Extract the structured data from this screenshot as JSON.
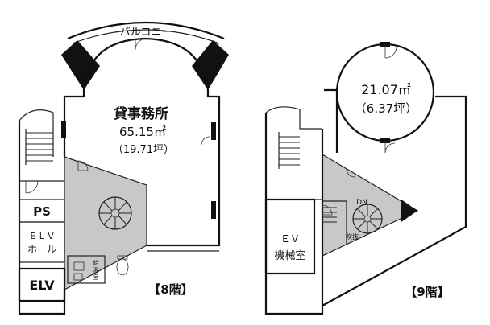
{
  "floor8": {
    "balcony": "バルコニー",
    "room_name": "貸事務所",
    "area_m2": "65.15㎡",
    "area_tsubo": "（19.71坪）",
    "ps": "PS",
    "elv_hall_1": "ＥＬＶ",
    "elv_hall_2": "ホール",
    "elv": "ELV",
    "kitchen_1": "給",
    "kitchen_2": "湯",
    "kitchen_3": "室",
    "floor_label": "【8階】"
  },
  "floor9": {
    "area_m2": "21.07㎡",
    "area_tsubo": "（6.37坪）",
    "dn": "DN",
    "void": "吹抜",
    "ev_1": "ＥＶ",
    "ev_2": "機械室",
    "floor_label": "【9階】"
  }
}
